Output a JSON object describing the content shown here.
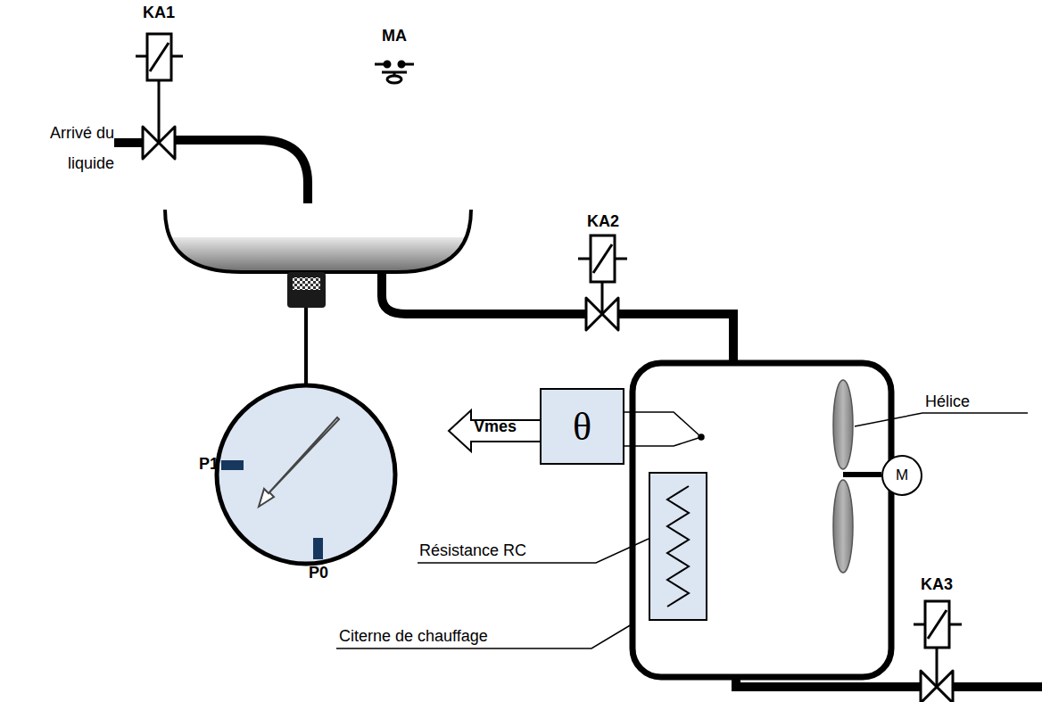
{
  "diagram": {
    "nodes": [
      {
        "text": [
          "θ"
        ]
      },
      {
        "text": [
          "M"
        ]
      }
    ],
    "labels": [
      "KA1",
      "MA",
      "Arrivé du liquide",
      "KA2",
      "Vmes",
      "Hélice",
      "P1",
      "Résistance RC",
      "P0",
      "KA3",
      "Citerne de chauffage"
    ]
  }
}
